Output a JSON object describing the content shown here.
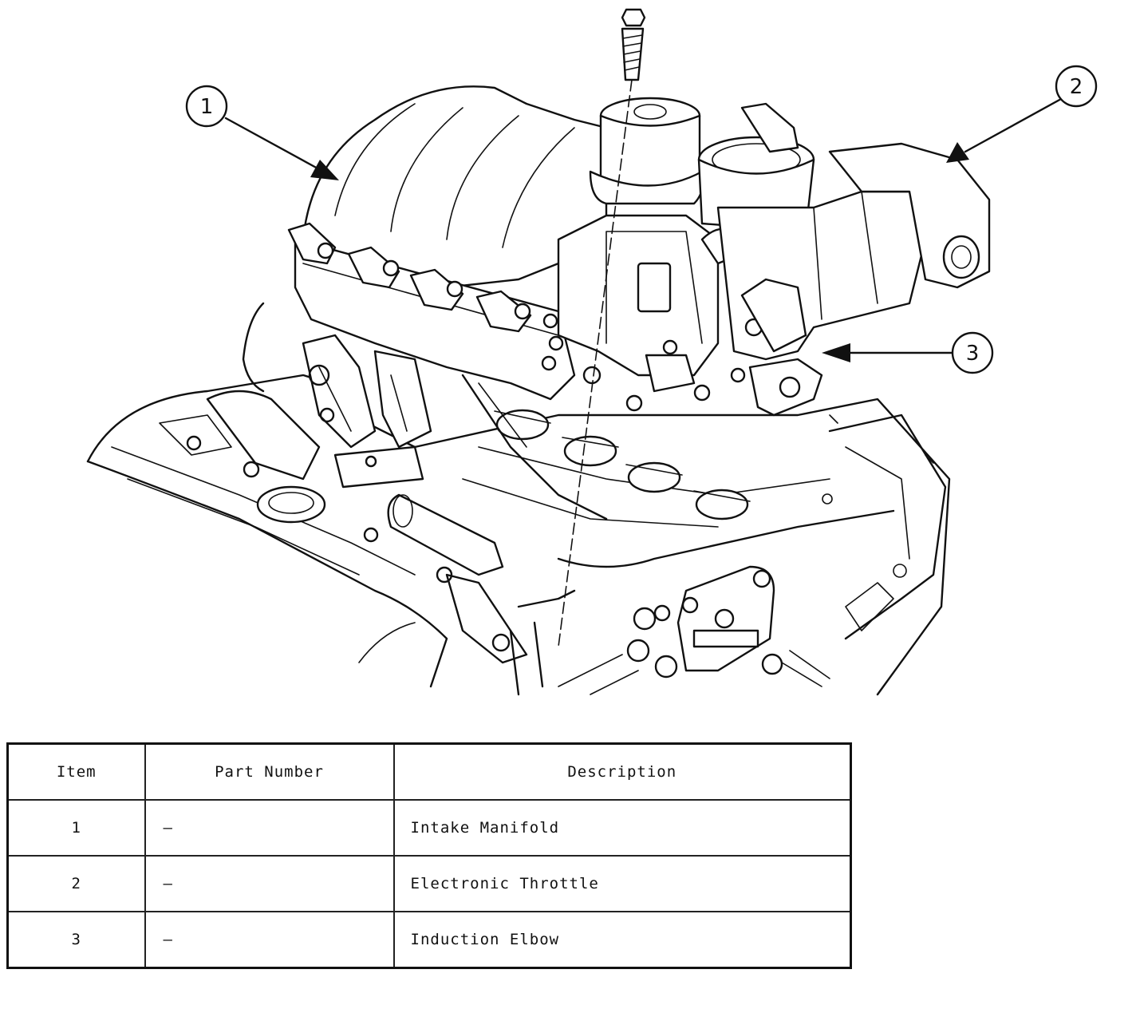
{
  "callouts": [
    {
      "number": "1",
      "target": "Intake Manifold"
    },
    {
      "number": "2",
      "target": "Electronic Throttle"
    },
    {
      "number": "3",
      "target": "Induction Elbow"
    }
  ],
  "table": {
    "headers": {
      "item": "Item",
      "part_number": "Part Number",
      "description": "Description"
    },
    "rows": [
      {
        "item": "1",
        "part_number": "—",
        "description": "Intake Manifold"
      },
      {
        "item": "2",
        "part_number": "—",
        "description": "Electronic Throttle"
      },
      {
        "item": "3",
        "part_number": "—",
        "description": "Induction Elbow"
      }
    ]
  }
}
